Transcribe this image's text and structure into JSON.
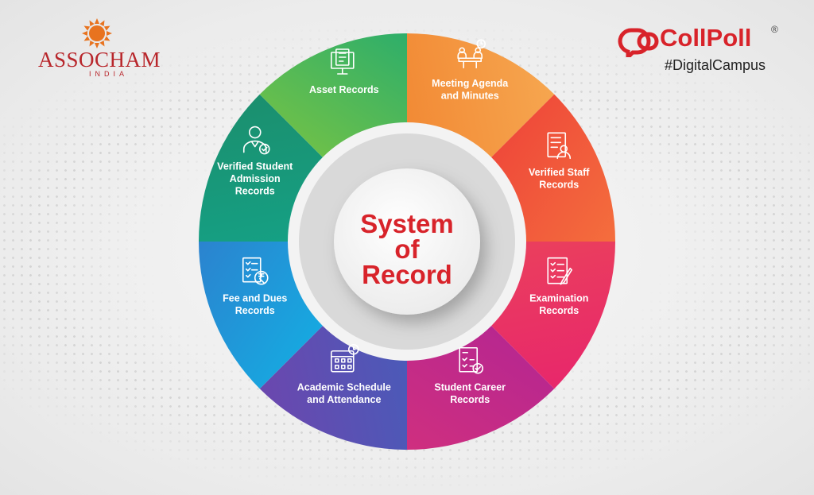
{
  "logos": {
    "left": {
      "name": "ASSOCHAM",
      "subtitle": "INDIA"
    },
    "right": {
      "name": "CollPoll",
      "trademark": "®",
      "tagline": "#DigitalCampus"
    }
  },
  "center": {
    "lines": [
      "System",
      "of",
      "Record"
    ],
    "color": "#d8232a"
  },
  "segments": [
    {
      "lines": [
        "Meeting Agenda",
        "and Minutes"
      ],
      "icon": "meeting-icon",
      "colors": [
        "#f28a35",
        "#f6a64f"
      ]
    },
    {
      "lines": [
        "Verified Staff",
        "Records"
      ],
      "icon": "staff-record-icon",
      "colors": [
        "#ef4a3a",
        "#f46e3d"
      ]
    },
    {
      "lines": [
        "Examination",
        "Records"
      ],
      "icon": "exam-checklist-icon",
      "colors": [
        "#ea3f5d",
        "#e8276b"
      ]
    },
    {
      "lines": [
        "Student Career",
        "Records"
      ],
      "icon": "career-document-icon",
      "colors": [
        "#b8278f",
        "#cf2f7f"
      ]
    },
    {
      "lines": [
        "Academic Schedule",
        "and Attendance"
      ],
      "icon": "calendar-clock-icon",
      "colors": [
        "#4b5ab8",
        "#6b47ae"
      ]
    },
    {
      "lines": [
        "Fee and Dues",
        "Records"
      ],
      "icon": "fee-rupee-icon",
      "colors": [
        "#17a8e0",
        "#2b83cf"
      ]
    },
    {
      "lines": [
        "Verified Student",
        "Admission",
        "Records"
      ],
      "icon": "student-verified-icon",
      "colors": [
        "#15a084",
        "#1b8f6e"
      ]
    },
    {
      "lines": [
        "Asset Records"
      ],
      "icon": "asset-monitor-icon",
      "colors": [
        "#6cc04a",
        "#2eae6a"
      ]
    }
  ]
}
